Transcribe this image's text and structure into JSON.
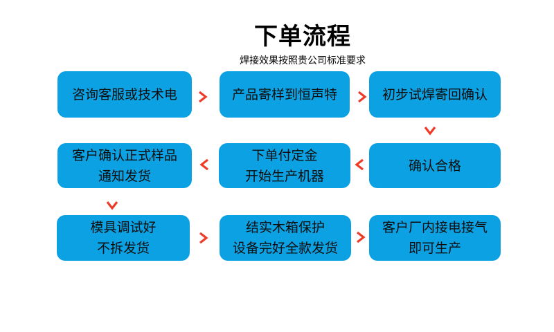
{
  "colors": {
    "background": "#ffffff",
    "box": "#0ca1e2",
    "box_text": "#0d0d0d",
    "arrow": "#ee3a28",
    "title_text": "#000000"
  },
  "header": {
    "title": "下单流程",
    "subtitle": "焊接效果按照贵公司标准要求"
  },
  "flow": {
    "steps": [
      {
        "lines": [
          "咨询客服或技术电"
        ]
      },
      {
        "lines": [
          "产品寄样到恒声特"
        ]
      },
      {
        "lines": [
          "初步试焊寄回确认"
        ]
      },
      {
        "lines": [
          "客户确认正式样品",
          "通知发货"
        ]
      },
      {
        "lines": [
          "下单付定金",
          "开始生产机器"
        ]
      },
      {
        "lines": [
          "确认合格"
        ]
      },
      {
        "lines": [
          "模具调试好",
          "不拆发货"
        ]
      },
      {
        "lines": [
          "结实木箱保护",
          "设备完好全款发货"
        ]
      },
      {
        "lines": [
          "客户厂内接电接气",
          "即可生产"
        ]
      }
    ],
    "arrows": [
      {
        "dir": "right"
      },
      {
        "dir": "right"
      },
      {
        "dir": "down"
      },
      {
        "dir": "left"
      },
      {
        "dir": "left"
      },
      {
        "dir": "down"
      },
      {
        "dir": "right"
      },
      {
        "dir": "right"
      }
    ]
  }
}
